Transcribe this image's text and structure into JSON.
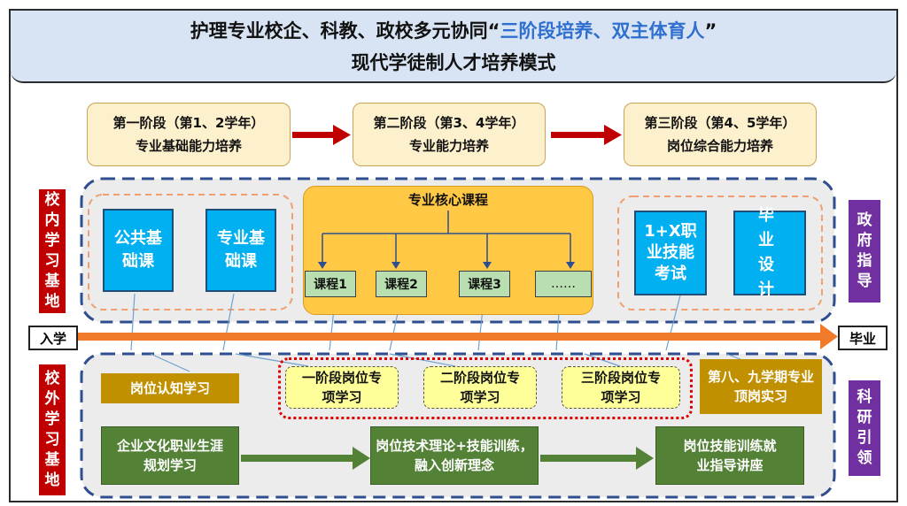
{
  "title": {
    "line1_prefix": "护理专业校企、科教、政校多元协同“",
    "line1_highlight": "三阶段培养、双主体育人",
    "line1_suffix": "”",
    "line2": "现代学徒制人才培养模式"
  },
  "stages": [
    {
      "period": "第一阶段（第1、2学年）",
      "focus": "专业基础能力培养"
    },
    {
      "period": "第二阶段（第3、4学年）",
      "focus": "专业能力培养"
    },
    {
      "period": "第三阶段（第4、5学年）",
      "focus": "岗位综合能力培养"
    }
  ],
  "left_labels": {
    "in_school": "校内学习基地",
    "off_school": "校外学习基地"
  },
  "right_labels": {
    "government": "政府指导",
    "research": "科研引领"
  },
  "in_school": {
    "public_course": "公共基础课",
    "major_course": "专业基础课",
    "core_title": "专业核心课程",
    "courses": [
      "课程1",
      "课程2",
      "课程3",
      "……"
    ],
    "cert_exam": "1+X职业技能考试",
    "graduation_design": "毕业设计"
  },
  "timeline": {
    "start": "入学",
    "end": "毕业"
  },
  "off_school": {
    "cognition": "岗位认知学习",
    "special_training": [
      "一阶段岗位专项学习",
      "二阶段岗位专项学习",
      "三阶段岗位专项学习"
    ],
    "internship": "第八、九学期专业顶岗实习",
    "flow": [
      "企业文化职业生涯规划学习",
      "岗位技术理论+技能训练，融入创新理念",
      "岗位技能训练就业指导讲座"
    ]
  },
  "colors": {
    "blue_box": "#00b0f0",
    "dashed_border": "#2e4e8f",
    "red_label": "#c00000",
    "purple_label": "#7030a0",
    "timeline_arrow": "#f07b2a",
    "stage_arrow": "#c00000",
    "green_box": "#538135",
    "mustard_box": "#c09000"
  }
}
